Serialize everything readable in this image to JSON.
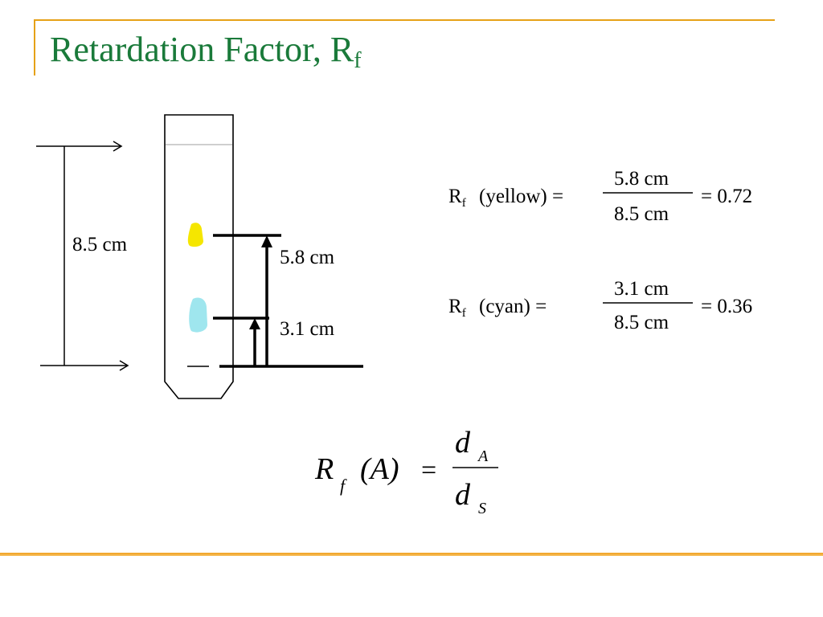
{
  "slide": {
    "title_main": "Retardation Factor, R",
    "title_sub": "f"
  },
  "diagram": {
    "total_distance_label": "8.5 cm",
    "yellow_distance_label": "5.8 cm",
    "cyan_distance_label": "3.1 cm",
    "spot_colors": {
      "yellow": "#f5e600",
      "cyan": "#9fe6ee"
    }
  },
  "equations": {
    "yellow": {
      "lhs_symbol": "R",
      "lhs_sub": "f",
      "lhs_label": "(yellow) =",
      "numerator": "5.8 cm",
      "denominator": "8.5 cm",
      "result": "= 0.72"
    },
    "cyan": {
      "lhs_symbol": "R",
      "lhs_sub": "f",
      "lhs_label": "(cyan) =",
      "numerator": "3.1 cm",
      "denominator": "8.5 cm",
      "result": "= 0.36"
    },
    "general": {
      "lhs_symbol": "R",
      "lhs_sub": "f",
      "lhs_arg": "(A)",
      "equals": "=",
      "num_symbol": "d",
      "num_sub": "A",
      "den_symbol": "d",
      "den_sub": "S"
    }
  },
  "theme": {
    "title_color": "#1a7a3a",
    "accent_color": "#e6a117"
  }
}
